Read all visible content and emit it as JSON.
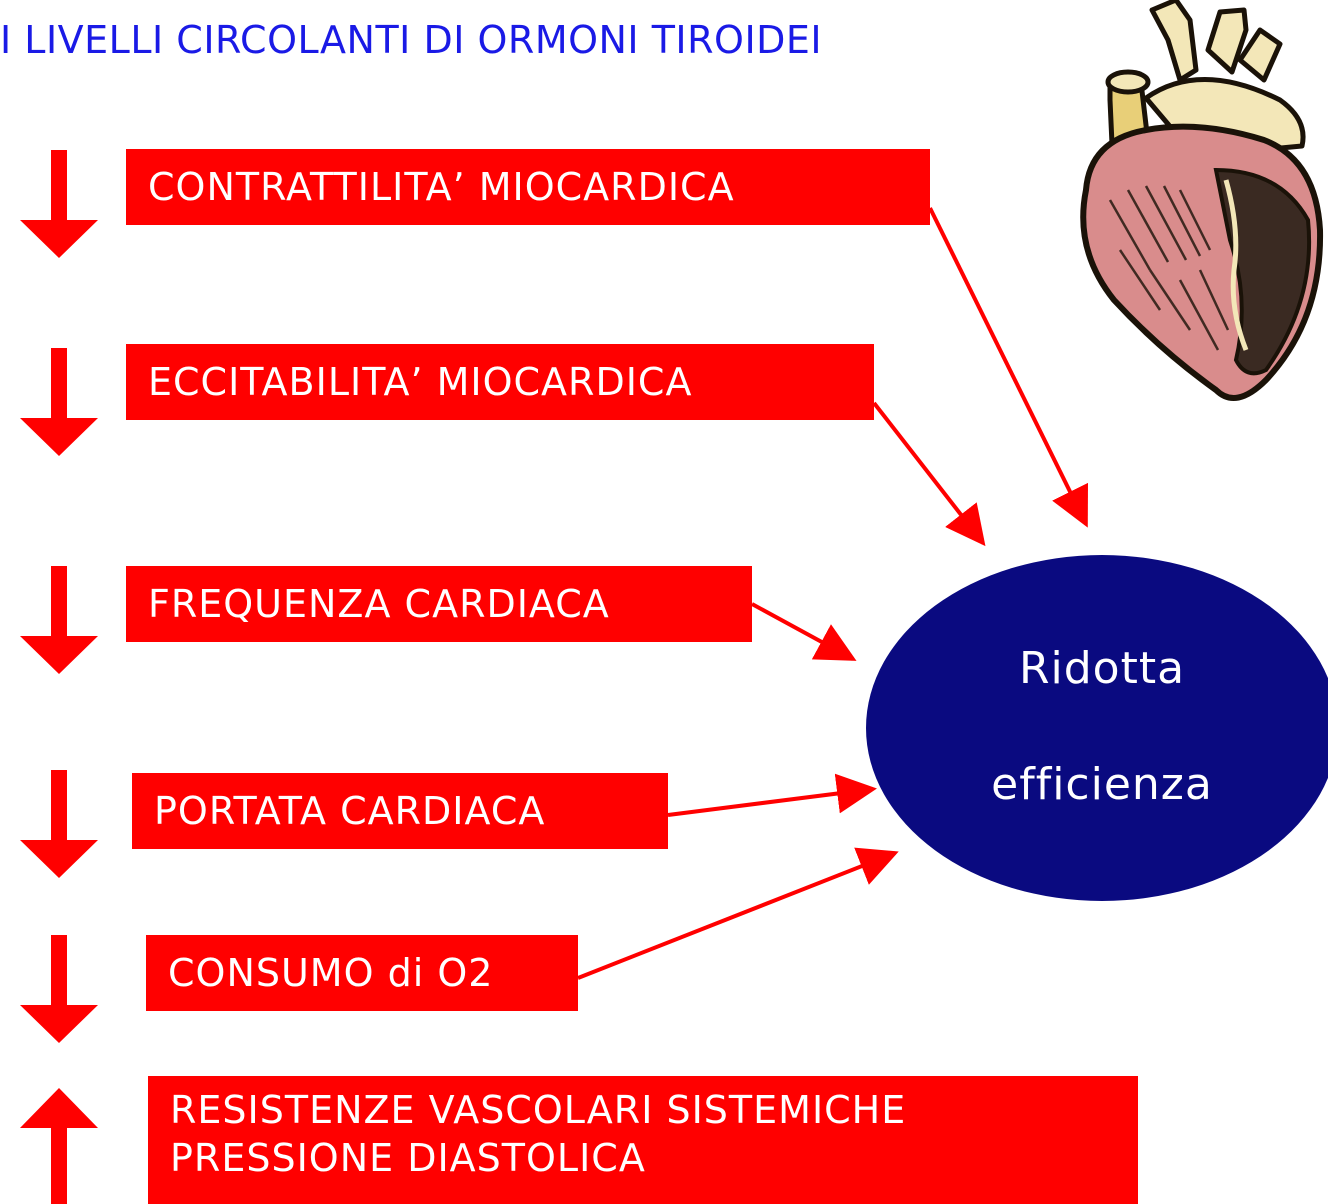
{
  "title": "I LIVELLI CIRCOLANTI DI ORMONI TIROIDEI",
  "items": [
    {
      "label": "CONTRATTILITA’ MIOCARDICA",
      "direction": "down"
    },
    {
      "label": "ECCITABILITA’ MIOCARDICA",
      "direction": "down"
    },
    {
      "label": "FREQUENZA  CARDIACA",
      "direction": "down"
    },
    {
      "label": "PORTATA CARDIACA",
      "direction": "down"
    },
    {
      "label": "CONSUMO di O2",
      "direction": "down"
    },
    {
      "lines": [
        "RESISTENZE VASCOLARI SISTEMICHE",
        "PRESSIONE DIASTOLICA"
      ],
      "direction": "up"
    }
  ],
  "result": {
    "line1": "Ridotta",
    "line2": "efficienza"
  },
  "colors": {
    "box": "#ff0000",
    "title": "#1a1ae6",
    "ellipse": "#0a0a80",
    "arrow": "#ff0000"
  },
  "icons": {
    "heart": "anatomical-heart-icon"
  }
}
